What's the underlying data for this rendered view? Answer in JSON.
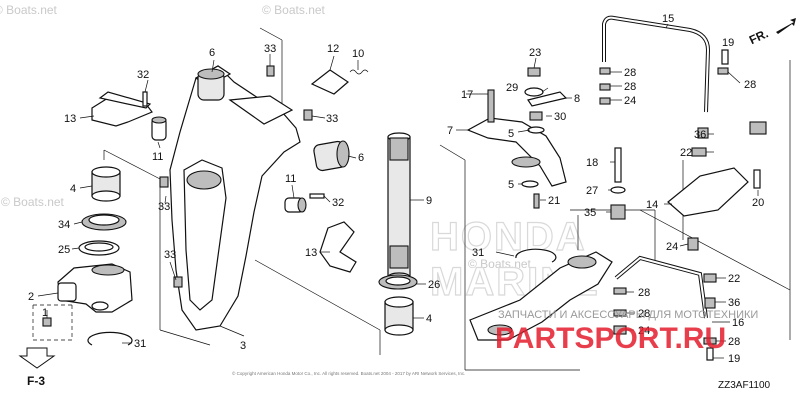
{
  "watermarks": {
    "top": "© Boats.net",
    "left": "© Boats.net",
    "brand_outline": "HONDA",
    "brand_outline_2": "MARINE",
    "red_brand": "PARTSPORT.RU",
    "russian": "ЗАПЧАСТИ И АКСЕССУАРЫ ДЛЯ МОТОТЕХНИКИ"
  },
  "direction": {
    "label": "FR."
  },
  "reference": {
    "label": "F-3"
  },
  "diagram_code": "ZZ3AF1100",
  "copyright": "© Copyright American Honda Motor Co., Inc. All rights reserved. Boats.net 2004 - 2017 by ARI Network Services, Inc.",
  "callouts": {
    "c1": "1",
    "c2": "2",
    "c3": "3",
    "c4a": "4",
    "c4b": "4",
    "c5a": "5",
    "c5b": "5",
    "c6a": "6",
    "c6b": "6",
    "c7": "7",
    "c8": "8",
    "c9": "9",
    "c10": "10",
    "c11a": "11",
    "c11b": "11",
    "c12": "12",
    "c13a": "13",
    "c13b": "13",
    "c14": "14",
    "c15": "15",
    "c16": "16",
    "c17": "17",
    "c18": "18",
    "c19a": "19",
    "c19b": "19",
    "c20": "20",
    "c21": "21",
    "c22a": "22",
    "c22b": "22",
    "c23": "23",
    "c24a": "24",
    "c24b": "24",
    "c24c": "24",
    "c25": "25",
    "c26": "26",
    "c27": "27",
    "c28a": "28",
    "c28b": "28",
    "c28c": "28",
    "c28d": "28",
    "c28e": "28",
    "c29": "29",
    "c30": "30",
    "c31a": "31",
    "c31b": "31",
    "c32a": "32",
    "c32b": "32",
    "c33a": "33",
    "c33b": "33",
    "c33c": "33",
    "c33d": "33",
    "c34": "34",
    "c35": "35",
    "c36a": "36",
    "c36b": "36"
  }
}
